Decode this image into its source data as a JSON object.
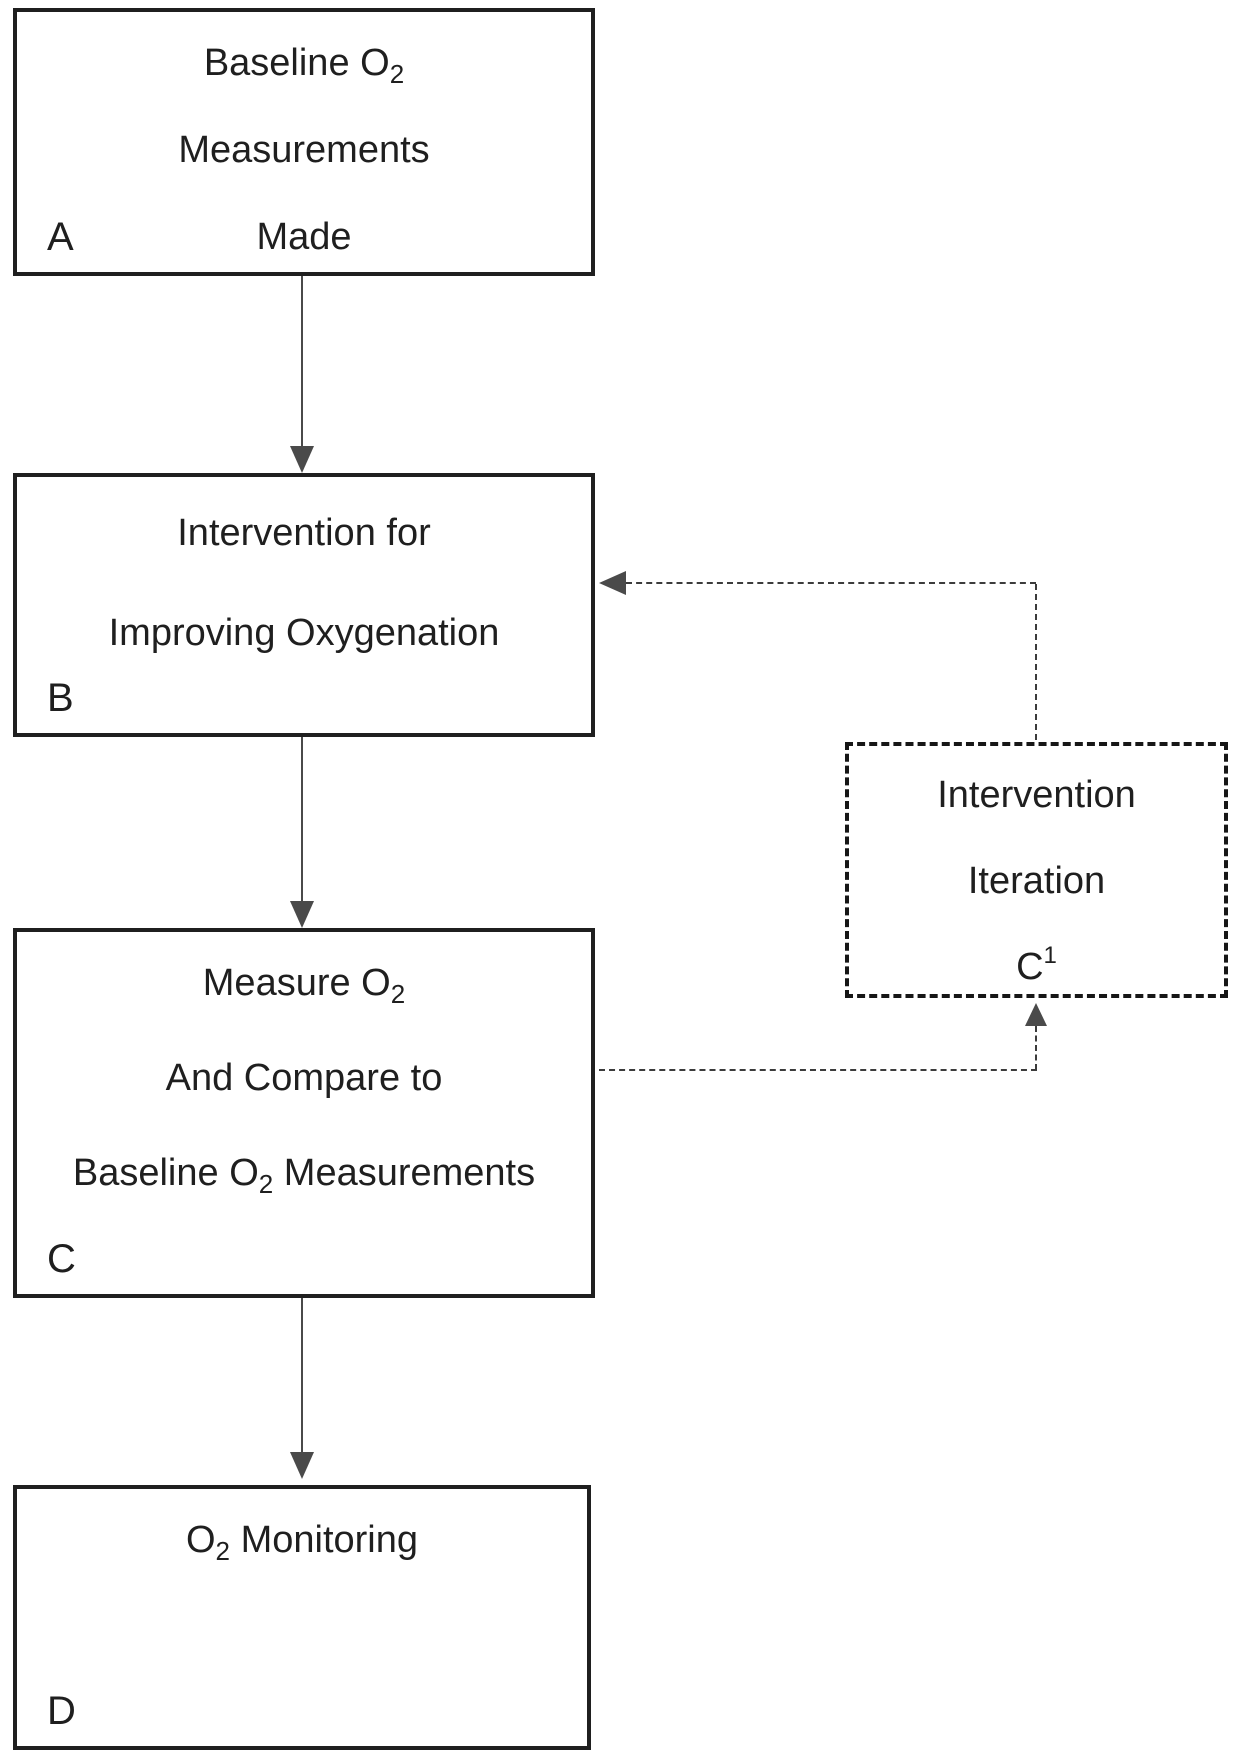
{
  "figure": {
    "ink": "#1f1f1f",
    "line_color": "#4a4a4a",
    "background": "#ffffff"
  },
  "boxes": {
    "a": {
      "label": "A",
      "line1": {
        "pre": "Baseline O",
        "sub": "2"
      },
      "line2": "Measurements",
      "line3": "Made"
    },
    "b": {
      "label": "B",
      "line1": "Intervention for",
      "line2": "Improving Oxygenation"
    },
    "c": {
      "label": "C",
      "line1": {
        "pre": "Measure O",
        "sub": "2"
      },
      "line2": "And Compare to",
      "line3": {
        "pre": "Baseline O",
        "sub": "2",
        "post": " Measurements"
      }
    },
    "d": {
      "label": "D",
      "line1": {
        "pre": "O",
        "sub": "2",
        "post": " Monitoring"
      }
    },
    "iteration": {
      "line1": "Intervention",
      "line2": "Iteration",
      "label": {
        "pre": "C",
        "sup": "1"
      }
    }
  }
}
